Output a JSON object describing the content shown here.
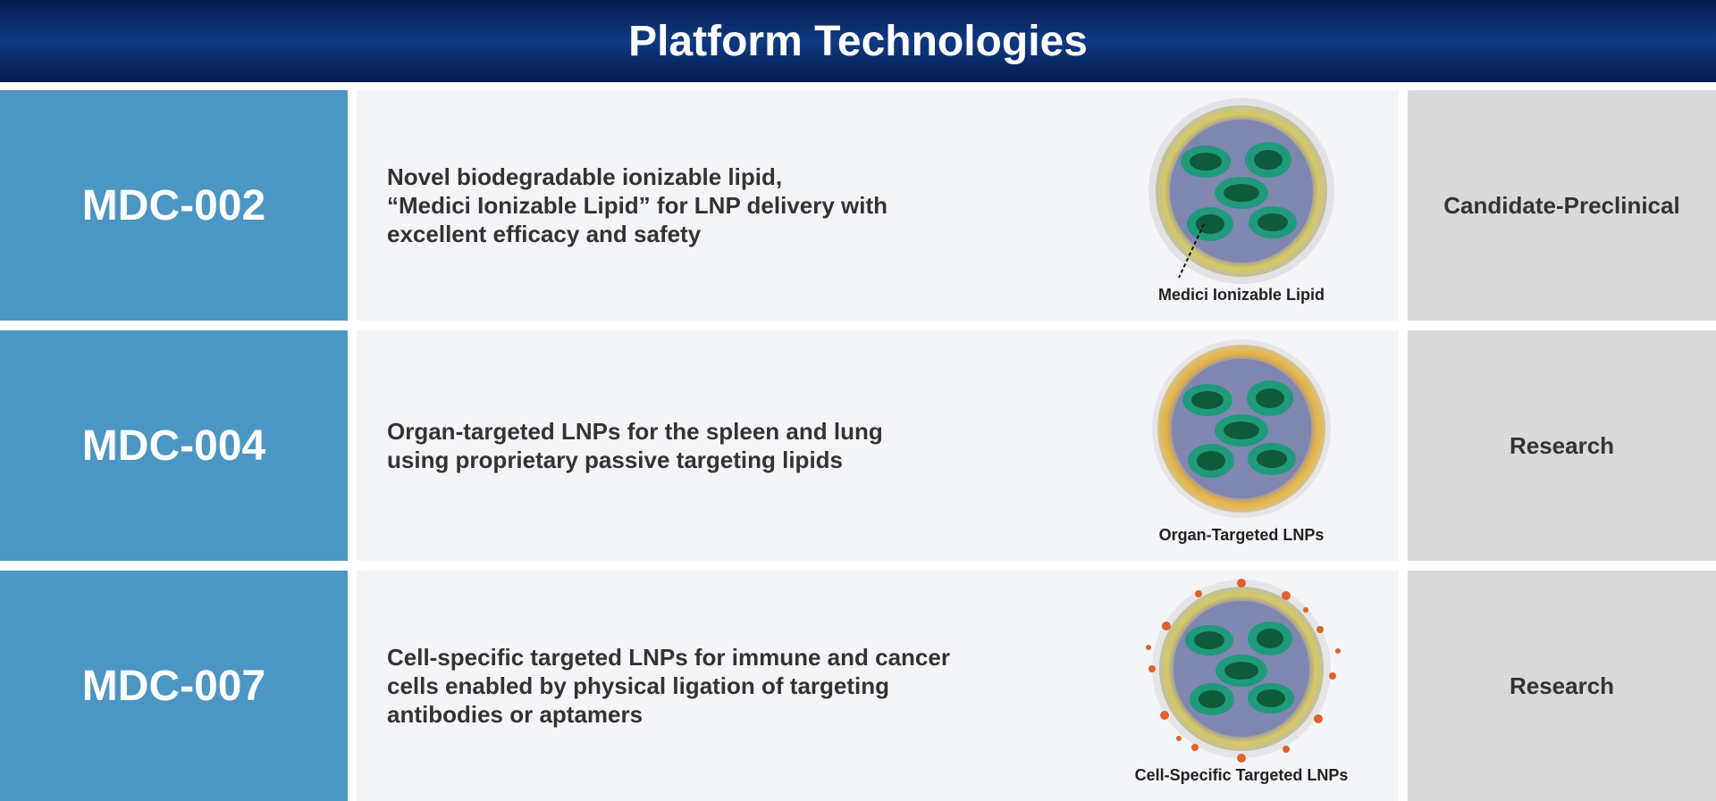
{
  "header": {
    "title": "Platform Technologies"
  },
  "rows": [
    {
      "code": "MDC-002",
      "description": "Novel biodegradable ionizable lipid,\n“Medici Ionizable Lipid” for LNP delivery with\nexcellent efficacy and safety",
      "image_label": "Medici Ionizable Lipid",
      "status": "Candidate-Preclinical"
    },
    {
      "code": "MDC-004",
      "description": "Organ-targeted LNPs for the spleen and lung\nusing proprietary passive targeting lipids",
      "image_label": "Organ-Targeted LNPs",
      "status": "Research"
    },
    {
      "code": "MDC-007",
      "description": "Cell-specific targeted LNPs for immune and cancer\ncells enabled by physical ligation of targeting\nantibodies or aptamers",
      "image_label": "Cell-Specific Targeted LNPs",
      "status": "Research"
    }
  ],
  "colors": {
    "header": "#0a2a68",
    "code_cell": "#4b96c3",
    "status_cell": "#d9d9d9",
    "desc_cell": "#f4f5f8"
  }
}
